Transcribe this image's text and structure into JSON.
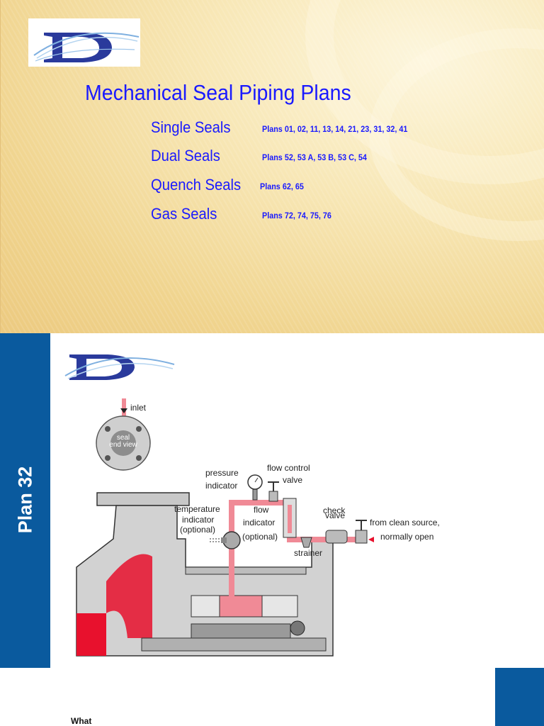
{
  "slide1": {
    "title": "Mechanical Seal Piping Plans",
    "rows": [
      {
        "category": "Single Seals",
        "plans": "Plans 01, 02, 11, 13, 14, 21, 23, 31, 32, 41"
      },
      {
        "category": "Dual Seals",
        "plans": "Plans 52, 53 A, 53 B, 53 C, 54"
      },
      {
        "category": "Quench Seals",
        "plans": "Plans 62, 65"
      },
      {
        "category": "Gas Seals",
        "plans": "Plans 72, 74, 75, 76"
      }
    ]
  },
  "slide2": {
    "sidebar_label": "Plan 32",
    "labels": {
      "inlet": "inlet",
      "seal_line1": "seal",
      "seal_line2": "end view",
      "pressure_line1": "pressure",
      "pressure_line2": "indicator",
      "flow_control_line1": "flow control",
      "flow_control_line2": "valve",
      "temperature_line1": "temperature",
      "temperature_line2": "indicator",
      "temperature_line3": "(optional)",
      "flow_ind_line1": "flow",
      "flow_ind_line2": "indicator",
      "flow_ind_line3": "(optional)",
      "check_line1": "check",
      "check_line2": "valve",
      "source_line1": "from clean source,",
      "source_line2": "normally open",
      "strainer": "strainer"
    },
    "footer_text": "What"
  },
  "colors": {
    "title_blue": "#1a1aff",
    "sidebar_blue": "#0a5a9e",
    "pipe_pink": "#f08a96",
    "casing_gray": "#c8c8c8",
    "fluid_red": "#e8112d"
  }
}
